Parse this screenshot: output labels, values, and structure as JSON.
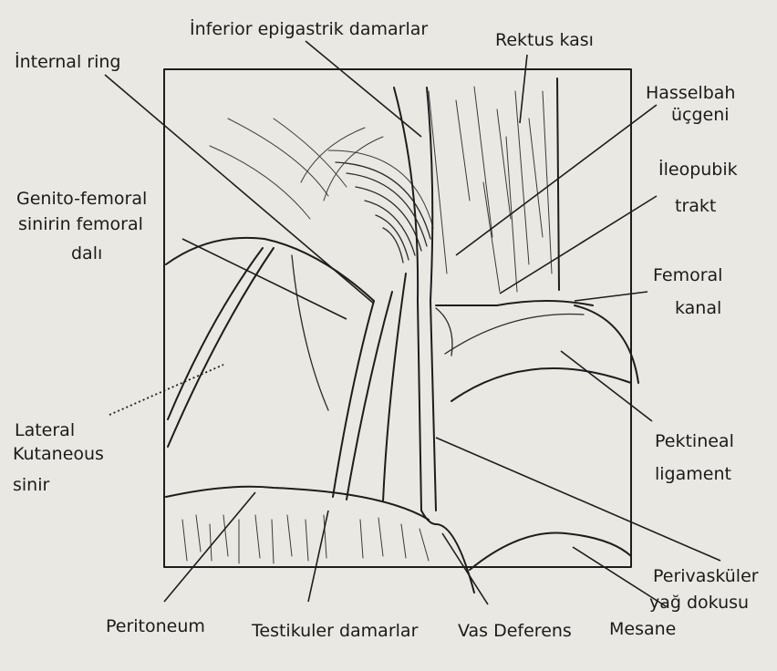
{
  "labels": {
    "internal_ring": "İnternal ring",
    "inferior_epigastric": "İnferior epigastrik damarlar",
    "rektus": "Rektus kası",
    "hasselbach_1": "Hasselbah",
    "hasselbach_2": "üçgeni",
    "ileopubic_1": "İleopubik",
    "ileopubic_2": "trakt",
    "genito_1": "Genito-femoral",
    "genito_2": "sinirin femoral",
    "genito_3": "dalı",
    "femoral_1": "Femoral",
    "femoral_2": "kanal",
    "lateral_1": "Lateral",
    "lateral_2": "Kutaneous",
    "lateral_3": "sinir",
    "pectineal_1": "Pektineal",
    "pectineal_2": "ligament",
    "perivascular_1": "Perivasküler",
    "perivascular_2": "yağ dokusu",
    "peritoneum": "Peritoneum",
    "testicular": "Testikuler damarlar",
    "vas": "Vas Deferens",
    "mesane": "Mesane"
  }
}
